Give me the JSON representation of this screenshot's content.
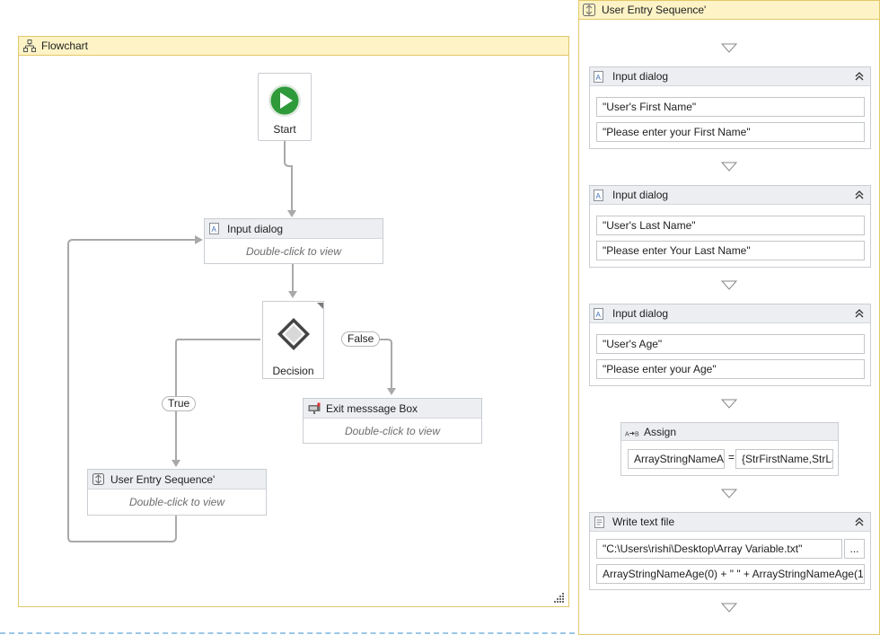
{
  "flowchart": {
    "title": "Flowchart",
    "start_label": "Start",
    "input_dialog": {
      "title": "Input dialog",
      "hint": "Double-click to view"
    },
    "decision_label": "Decision",
    "true_label": "True",
    "false_label": "False",
    "exit_box": {
      "title": "Exit messsage Box",
      "hint": "Double-click to view"
    },
    "user_entry": {
      "title": "User Entry Sequence'",
      "hint": "Double-click to view"
    }
  },
  "sequence": {
    "title": "User Entry Sequence'",
    "input_dialogs": [
      {
        "title": "Input dialog",
        "field1": "\"User's First Name\"",
        "field2": "\"Please enter your First Name\""
      },
      {
        "title": "Input dialog",
        "field1": "\"User's Last  Name\"",
        "field2": "\"Please enter Your Last Name\""
      },
      {
        "title": "Input dialog",
        "field1": "\"User's Age\"",
        "field2": "\"Please enter your Age\""
      }
    ],
    "assign": {
      "title": "Assign",
      "to": "ArrayStringNameA",
      "eq": "=",
      "value": "{StrFirstName,StrLa"
    },
    "write_text": {
      "title": "Write text file",
      "path": "\"C:\\Users\\rishi\\Desktop\\Array Variable.txt\"",
      "browse": "...",
      "text": "ArrayStringNameAge(0) + \" \" + ArrayStringNameAge(1"
    }
  },
  "colors": {
    "container_border": "#e3c869",
    "container_header": "#fdf3c6",
    "start_green": "#2e9a3a",
    "connector": "#a9a9a9"
  },
  "icons": [
    "flowchart-icon",
    "sequence-icon",
    "input-dialog-icon",
    "message-box-icon",
    "assign-icon",
    "write-text-icon",
    "collapse-icon",
    "play-icon",
    "decision-diamond-icon"
  ]
}
